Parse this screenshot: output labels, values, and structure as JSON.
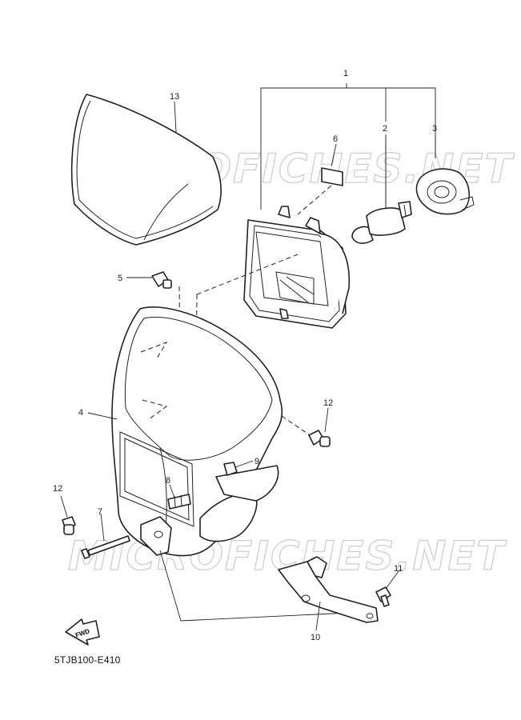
{
  "watermark": "MICROFICHES.NET",
  "diagram_code": "5TJB100-E410",
  "fwd_label": "FWD",
  "callouts": {
    "c1": "1",
    "c2": "2",
    "c3": "3",
    "c4": "4",
    "c5": "5",
    "c6": "6",
    "c7": "7",
    "c8": "8",
    "c9": "9",
    "c10": "10",
    "c11": "11",
    "c12a": "12",
    "c12b": "12",
    "c13": "13"
  }
}
